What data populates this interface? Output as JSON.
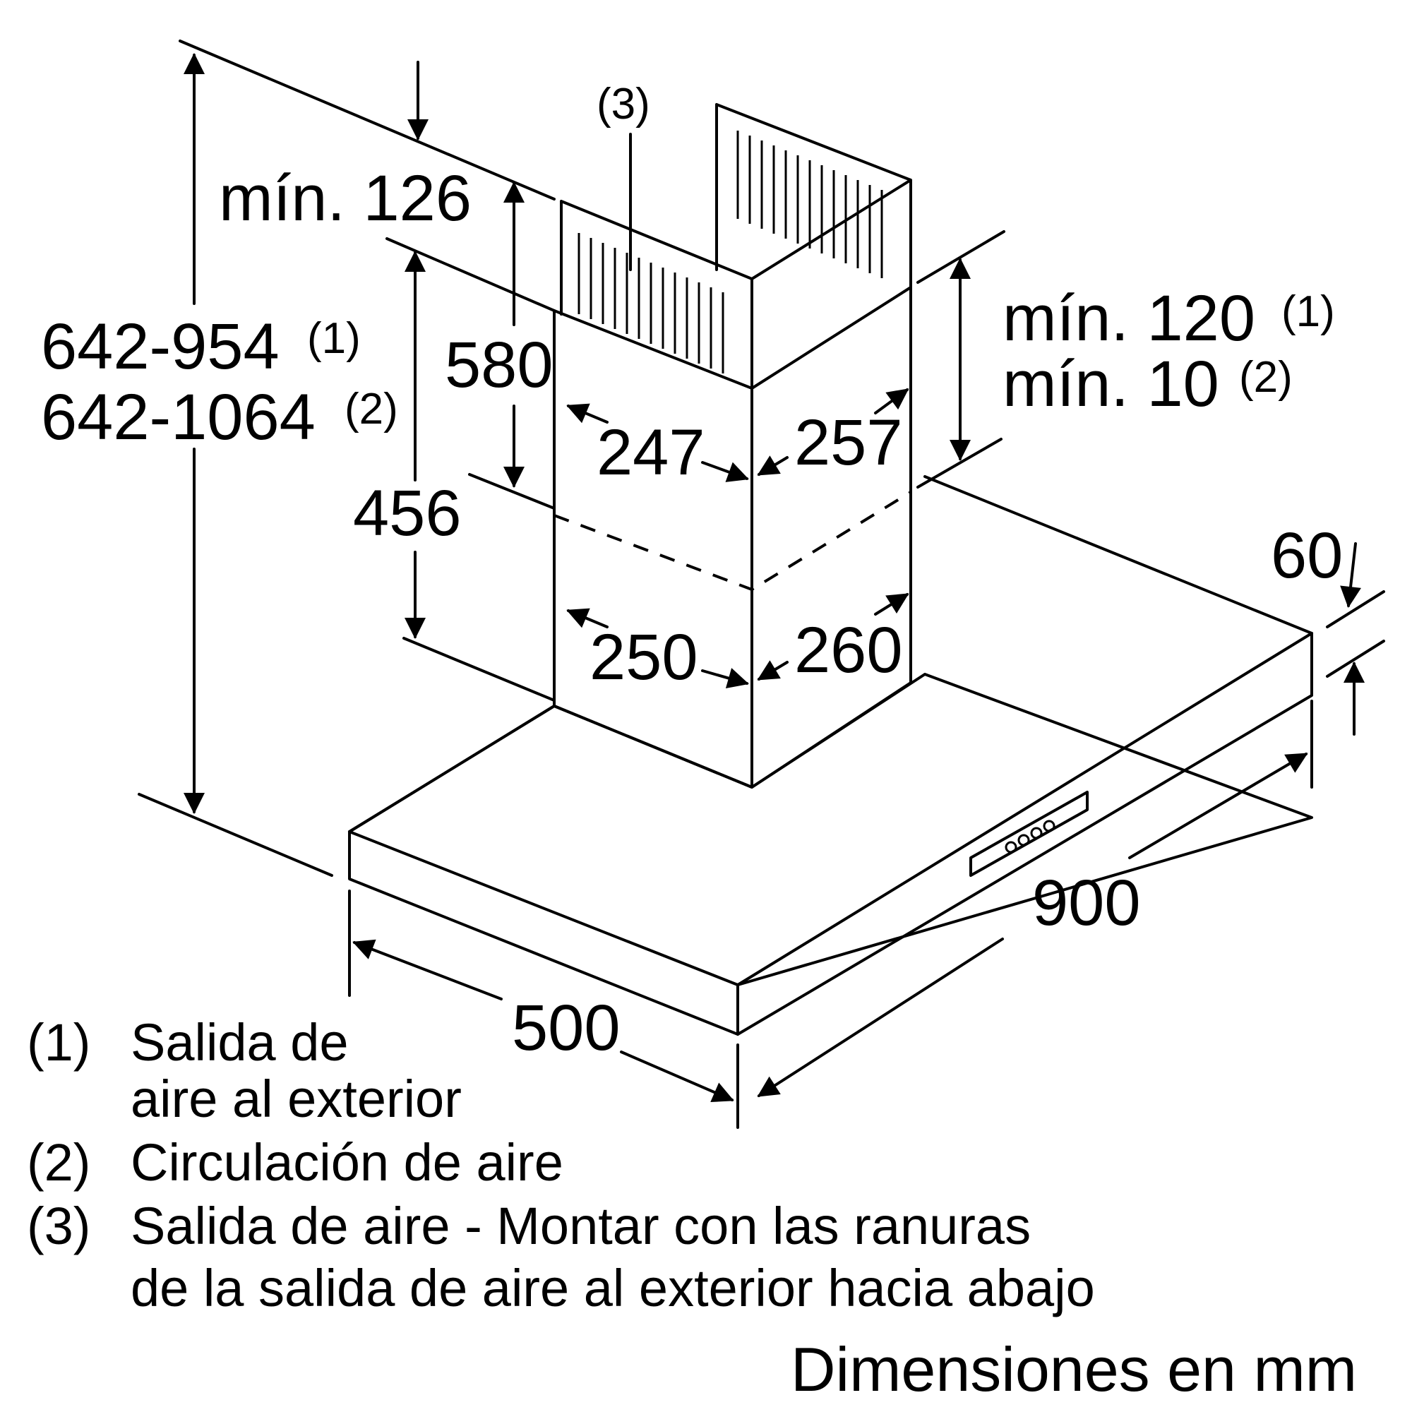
{
  "dimensions": {
    "total_height_1": "642-954",
    "total_height_1_ref": "(1)",
    "total_height_2": "642-1064",
    "total_height_2_ref": "(2)",
    "min_top_clearance": "mín. 126",
    "upper_chimney_height": "580",
    "lower_chimney_height": "456",
    "min_ceiling_1": "mín. 120",
    "min_ceiling_1_ref": "(1)",
    "min_ceiling_2": "mín. 10",
    "min_ceiling_2_ref": "(2)",
    "upper_chimney_depth": "247",
    "upper_chimney_width": "257",
    "lower_chimney_depth": "250",
    "lower_chimney_width": "260",
    "canopy_thickness": "60",
    "canopy_width": "900",
    "canopy_depth": "500",
    "callout_3": "(3)"
  },
  "legend": [
    {
      "num": "(1)",
      "lines": [
        "Salida de",
        "aire al exterior"
      ]
    },
    {
      "num": "(2)",
      "lines": [
        "Circulación de aire"
      ]
    },
    {
      "num": "(3)",
      "lines": [
        "Salida de aire - Montar con las ranuras",
        "de la salida de aire al exterior hacia abajo"
      ]
    }
  ],
  "units_note": "Dimensiones en mm"
}
